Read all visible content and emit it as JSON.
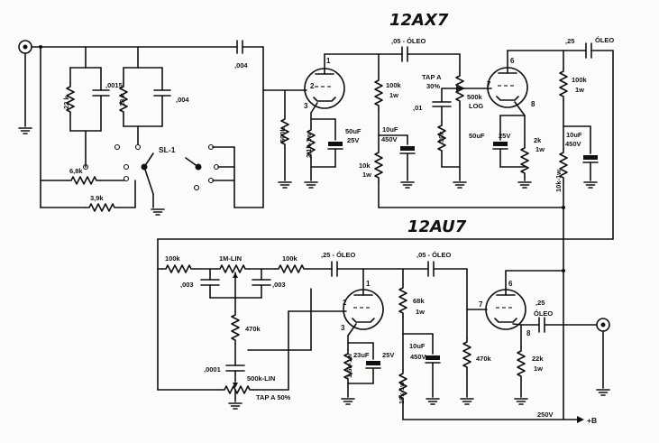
{
  "tubes": {
    "top": "12AX7",
    "bottom": "12AU7"
  },
  "stage1": {
    "r_22k": "22 k",
    "c_0015": ",0015",
    "r_13k": "13 k",
    "c_004a": ",004",
    "switch": "SL-1",
    "r_68k": "6,8k",
    "r_39k": "3,9k",
    "c_coupling": ",004",
    "r_500k": "500k",
    "r_21k": "2,1k-1w",
    "c_50uf_a": "50uF",
    "v_25v_a": "25V",
    "r_100k_plate": "100k",
    "w1": "1w",
    "c_10uf": "10uF",
    "v_450v": "450V",
    "r_10k": "10k",
    "w2": "1w",
    "c_05": ",05 - ÓLEO",
    "tap": "TAP A",
    "tap_pct": "30%",
    "pot_500k": "500k",
    "pot_log": "LOG",
    "c_01": ",01",
    "r_30k": "30k"
  },
  "stage2": {
    "c_50uf_b": "50uF",
    "v_25v_b": "25V",
    "r_2k": "2k",
    "w3": "1w",
    "c_25": ",25",
    "oleo": "ÓLEO",
    "r_100k_b": "100k",
    "w4": "1w",
    "c_10uf_b": "10uF",
    "v_450v_b": "450V",
    "r_10k_1w": "10k-1w"
  },
  "tone": {
    "r_100k_l": "100k",
    "pot_1m": "1M-LIN",
    "r_100k_r": "100k",
    "c_003_l": ",003",
    "c_003_r": ",003",
    "r_470k": "470k",
    "c_0001": ",0001",
    "pot_500k_lin": "500k-LIN",
    "tap_50": "TAP A 50%"
  },
  "stage3": {
    "c_25_oleo": ",25 - ÓLEO",
    "c_05_oleo": ",05 - ÓLEO",
    "r_68k": "68k",
    "w5": "1w",
    "r_15k": "1,5k-1w",
    "c_23uf": "23uF",
    "v_25v_c": "25V",
    "c_10uf_c": "10uF",
    "v_450v_c": "450V",
    "r_10k_1w_b": "10k-1w",
    "r_470k_grid": "470k",
    "c_25_out": ",25",
    "oleo_out": "ÓLEO",
    "r_22k_cath": "22k",
    "w6": "1w",
    "supply": "250V",
    "plus_b": "+B"
  },
  "pins": {
    "p1": "1",
    "p2": "2",
    "p3": "3",
    "p6": "6",
    "p7": "7",
    "p8": "8",
    "q1": "1",
    "q2": "2",
    "q3": "3",
    "q6": "6",
    "q7": "7",
    "q8": "8"
  }
}
